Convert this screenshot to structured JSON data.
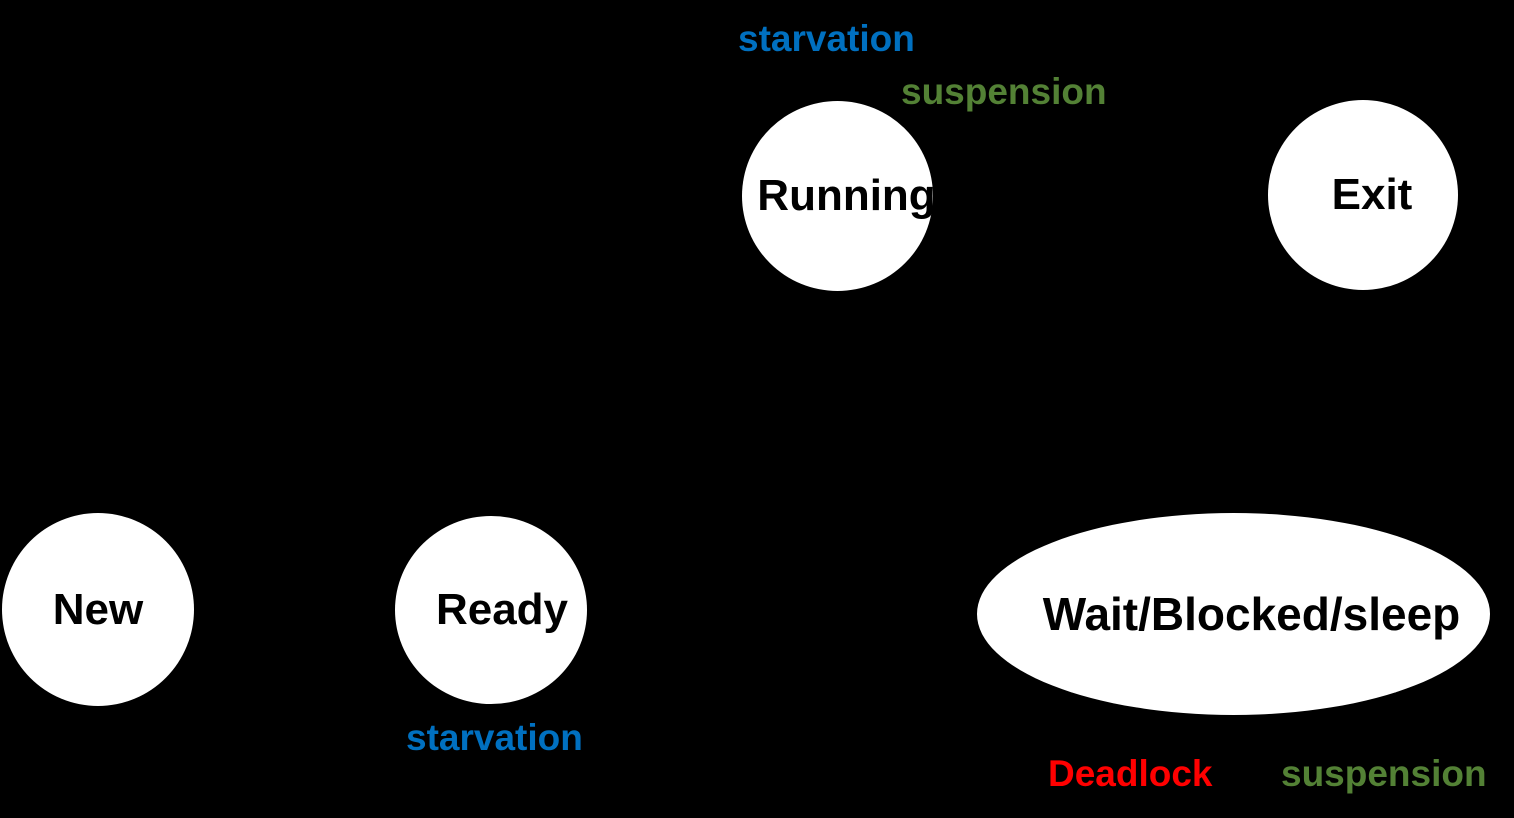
{
  "diagram": {
    "background_color": "#000000",
    "node_fill_color": "#ffffff",
    "node_text_color": "#000000",
    "nodes": [
      {
        "id": "new",
        "label": "New",
        "shape": "circle"
      },
      {
        "id": "ready",
        "label": "Ready",
        "shape": "circle"
      },
      {
        "id": "running",
        "label": "Running",
        "shape": "circle"
      },
      {
        "id": "exit",
        "label": "Exit",
        "shape": "circle"
      },
      {
        "id": "wait",
        "label": "Wait/Blocked/sleep",
        "shape": "ellipse"
      }
    ],
    "annotations": [
      {
        "id": "starvation-top",
        "label": "starvation",
        "color": "#0070C0",
        "near": "Running"
      },
      {
        "id": "suspension-top",
        "label": "suspension",
        "color": "#538135",
        "near": "Running"
      },
      {
        "id": "starvation-ready",
        "label": "starvation",
        "color": "#0070C0",
        "near": "Ready"
      },
      {
        "id": "deadlock",
        "label": "Deadlock",
        "color": "#FF0000",
        "near": "Wait/Blocked/sleep"
      },
      {
        "id": "suspension-wait",
        "label": "suspension",
        "color": "#538135",
        "near": "Wait/Blocked/sleep"
      }
    ]
  }
}
